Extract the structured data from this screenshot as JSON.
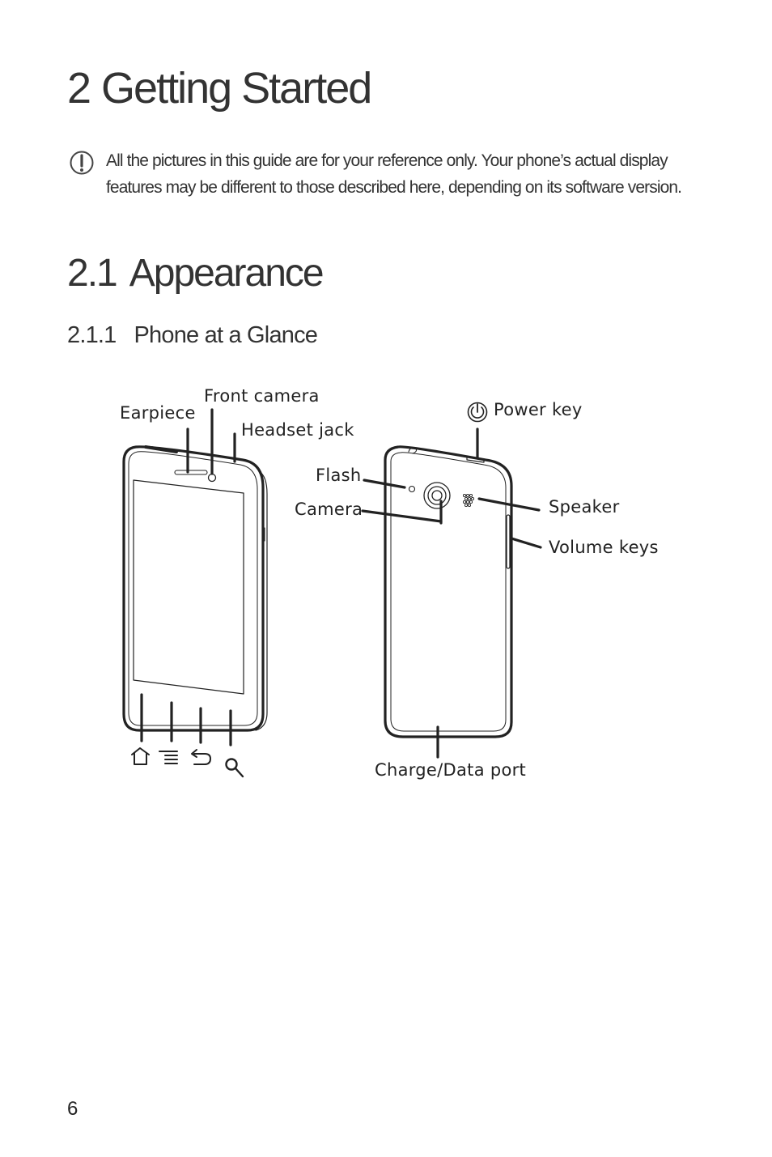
{
  "chapter": {
    "number": "2",
    "title": "Getting Started"
  },
  "note": {
    "icon": "exclamation-circle-icon",
    "text": "All the pictures in this guide are for your reference only. Your phone’s actual display features may be different to those described here, depending on its software version."
  },
  "section": {
    "number": "2.1",
    "title": "Appearance"
  },
  "subsection": {
    "number": "2.1.1",
    "title": "Phone at a Glance"
  },
  "figure": {
    "front_labels": {
      "earpiece": "Earpiece",
      "front_camera": "Front camera",
      "headset_jack": "Headset jack"
    },
    "front_key_icons": [
      "home-icon",
      "menu-icon",
      "back-icon",
      "search-icon"
    ],
    "back_labels": {
      "power_key": "Power key",
      "flash": "Flash",
      "camera": "Camera",
      "speaker": "Speaker",
      "volume_keys": "Volume keys",
      "charge_port": "Charge/Data port"
    },
    "power_icon": "power-icon"
  },
  "footer": {
    "page_number": "6"
  }
}
